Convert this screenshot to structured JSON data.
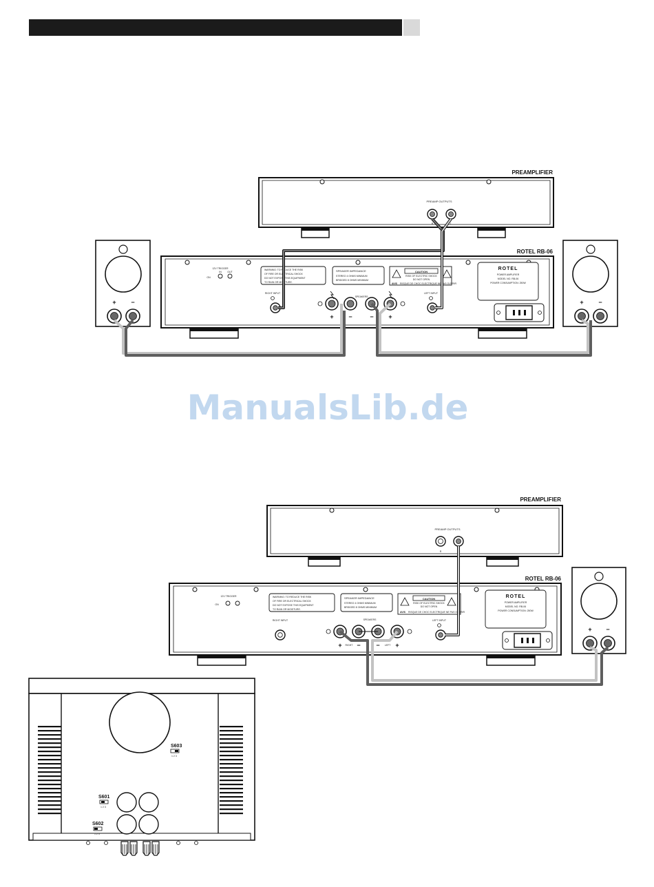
{
  "watermark": "ManualsLib.de",
  "labels": {
    "preamplifier": "PREAMPLIFIER",
    "amplifier": "ROTEL RB-06",
    "preamp_outputs": "PREAMP OUTPUTS",
    "r": "R",
    "l": "L",
    "right_input": "RIGHT INPUT",
    "left_input": "LEFT INPUT",
    "speakers": "SPEAKERS",
    "trigger": "12V TRIGGER",
    "on": "ON",
    "in": "IN",
    "out": "OUT",
    "speaker_impedance": "SPEAKER IMPEDANCE",
    "imp_line1": "STEREO 4 OHMS MINIMUM",
    "imp_line2": "BRIDGED 8 OHMS MINIMUM",
    "warning1": "WARNING: TO REDUCE THE RISK",
    "warning2": "OF FIRE OR ELECTRICAL SHOCK",
    "warning3": "DO NOT EXPOSE THIS EQUIPMENT",
    "warning4": "TO RAIN OR MOISTURE.",
    "caution": "CAUTION",
    "caution_sub1": "RISK OF ELECTRIC SHOCK",
    "caution_sub2": "DO NOT OPEN",
    "avis": "AVIS",
    "avis_sub": "RISQUE DE CHOC ELECTRIQUE NE PAS OUVRIR",
    "brand": "ROTEL",
    "power1": "POWER AMPLIFIER",
    "power2": "MODEL NO. RB-06",
    "power3": "POWER CONSUMPTION: 250W",
    "plus": "+",
    "minus": "−",
    "right": "RIGHT",
    "left": "LEFT",
    "s601": "S601",
    "s602": "S602",
    "s603": "S603",
    "switch_positions": "1 2 3"
  },
  "colors": {
    "cable_dark": "#5e5e5e",
    "cable_light": "#c2c2c2",
    "line": "#111111",
    "header_bar": "#1b1b1b",
    "header_tab": "#d9d9d9"
  }
}
